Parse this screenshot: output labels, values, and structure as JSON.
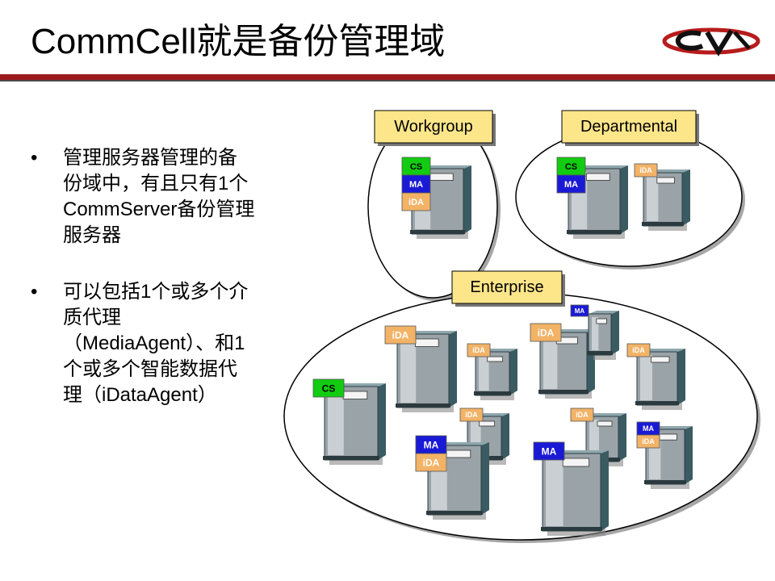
{
  "slide": {
    "title": "CommCell就是备份管理域",
    "bullets": [
      "管理服务器管理的备\n份域中，有且只有1个\nCommServer备份管理\n服务器",
      "可以包括1个或多个介\n质代理\n（MediaAgent）、和1\n个或多个智能数据代\n理（iDataAgent）"
    ],
    "bullet_symbol": "•"
  },
  "figure": {
    "groups": {
      "workgroup": "Workgroup",
      "departmental": "Departmental",
      "enterprise": "Enterprise"
    },
    "tags": {
      "cs": "CS",
      "ma": "MA",
      "ida": "iDA"
    }
  },
  "colors": {
    "accent_bar": "#9b1b1e",
    "label_box": "#fde68a",
    "cs_tag": "#11cc11",
    "ma_tag": "#1a1ad6",
    "ida_tag": "#f2b367"
  },
  "logo": {
    "name": "cv-logo"
  }
}
